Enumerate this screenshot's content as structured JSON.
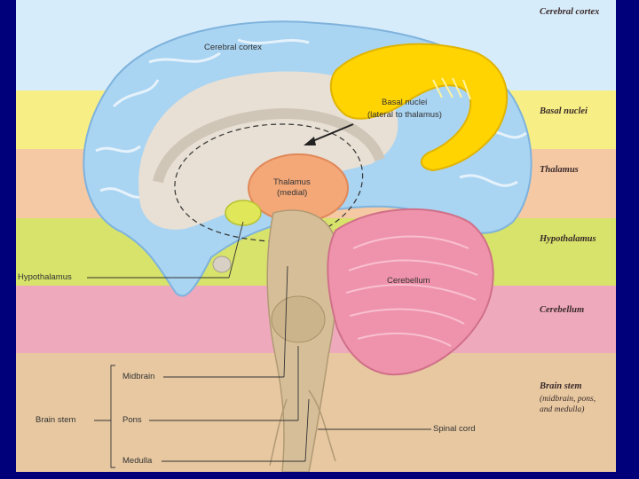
{
  "band_labels": {
    "cerebral_cortex": "Cerebral cortex",
    "basal_nuclei": "Basal nuclei",
    "thalamus": "Thalamus",
    "hypothalamus": "Hypothalamus",
    "cerebellum": "Cerebellum",
    "brain_stem": "Brain stem",
    "brain_stem_sub": "(midbrain, pons,\nand medulla)"
  },
  "diagram_labels": {
    "cerebral_cortex": "Cerebral cortex",
    "basal_nuclei_1": "Basal nuclei",
    "basal_nuclei_2": "(lateral to thalamus)",
    "thalamus_1": "Thalamus",
    "thalamus_2": "(medial)",
    "hypothalamus": "Hypothalamus",
    "cerebellum": "Cerebellum",
    "midbrain": "Midbrain",
    "brain_stem": "Brain stem",
    "pons": "Pons",
    "medulla": "Medulla",
    "spinal_cord": "Spinal cord"
  },
  "colors": {
    "cortex": "#a9d4f2",
    "basal_nuclei": "#ffd400",
    "thalamus": "#f4a878",
    "hypothalamus": "#e0e85a",
    "cerebellum": "#ef93ac",
    "brain_stem": "#d6bf98"
  }
}
